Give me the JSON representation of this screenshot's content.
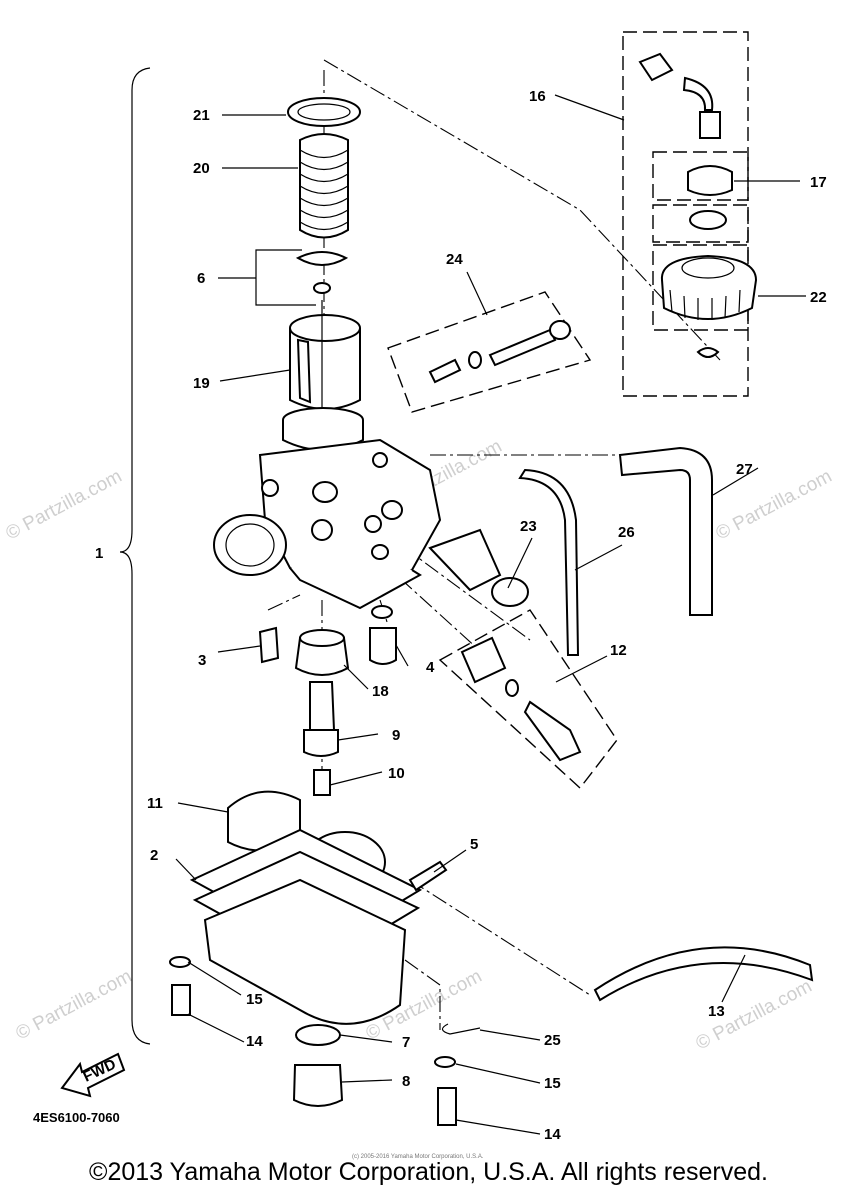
{
  "diagram": {
    "part_code": "4ES6100-7060",
    "fwd_label": "FWD",
    "callouts": [
      "1",
      "2",
      "3",
      "4",
      "5",
      "6",
      "7",
      "8",
      "9",
      "10",
      "11",
      "12",
      "13",
      "14",
      "15",
      "16",
      "17",
      "18",
      "19",
      "20",
      "21",
      "22",
      "23",
      "24",
      "25",
      "26",
      "27",
      "14",
      "15"
    ],
    "watermark": "© Partzilla.com",
    "tiny_notice": "(c) 2005-2016 Yamaha Motor Corporation, U.S.A."
  },
  "footer": {
    "copyright": "©2013 Yamaha Motor Corporation, U.S.A. All rights reserved."
  }
}
